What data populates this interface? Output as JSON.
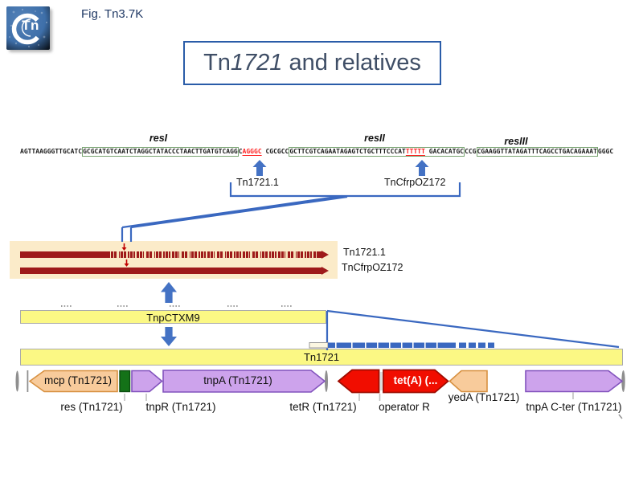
{
  "slide": {
    "fig_label": "Fig. Tn3.7K",
    "logo": {
      "text": "Tn"
    },
    "title": {
      "prefix": "Tn",
      "italic": "1721",
      "suffix": " and relatives"
    }
  },
  "res_sites": {
    "resI": "resI",
    "resII": "resII",
    "resIII": "resIII"
  },
  "sequence": {
    "pre": "AGTTAAGGGTTGCATC",
    "box1": "GCGCATGTCAATCTAGGCTATACCCTAACTTGATGTCAGG",
    "mid1": "C",
    "red1": "AGGGC",
    "mid2": " CGCGCC",
    "box2a": "GCTTCGTCAGAATAGAGTCTGCTTTCCCAT",
    "red2": "TTTTT",
    "box2b": " GACACATGC",
    "mid3": "CCG",
    "box3": "CGAAGGTTATAGATTTCAGCCTGACAGAAAT",
    "post": "GGGC"
  },
  "callouts": {
    "left": "Tn1721.1",
    "right": "TnCfrpOZ172"
  },
  "alignment_panel": {
    "row1_label": "Tn1721.1",
    "row2_label": "TnCfrpOZ172"
  },
  "maps": {
    "tnpctxm9": "TnpCTXM9",
    "tn1721": "Tn1721"
  },
  "gene_map": {
    "mcp": "mcp (Tn1721)",
    "tnpA": "tnpA (Tn1721)",
    "tetA": "tet(A) (...",
    "res": "res (Tn1721)",
    "tnpR": "tnpR (Tn1721)",
    "tetR": "tetR (Tn1721)",
    "operatorR": "operator R",
    "yedA": "yedA (Tn1721)",
    "tnpA_cter": "tnpA C-ter (Tn1721)"
  },
  "colors": {
    "accent_blue": "#3A68C0",
    "arrow_blue": "#4472C4",
    "title_border_blue": "#2A5CA8",
    "title_text": "#3F4E66",
    "dark_red_bar": "#9E1A1A",
    "panel_tan": "#FBEBC9",
    "map_yellow": "#FBF884",
    "gene_purple": "#CDA3EC",
    "gene_orange": "#F8CB9B",
    "gene_red": "#F10D00",
    "res_green": "#147218",
    "seq_box_green": "#79A472",
    "seq_red": "#FF2020",
    "logo_blue": "#3E6FA9"
  }
}
